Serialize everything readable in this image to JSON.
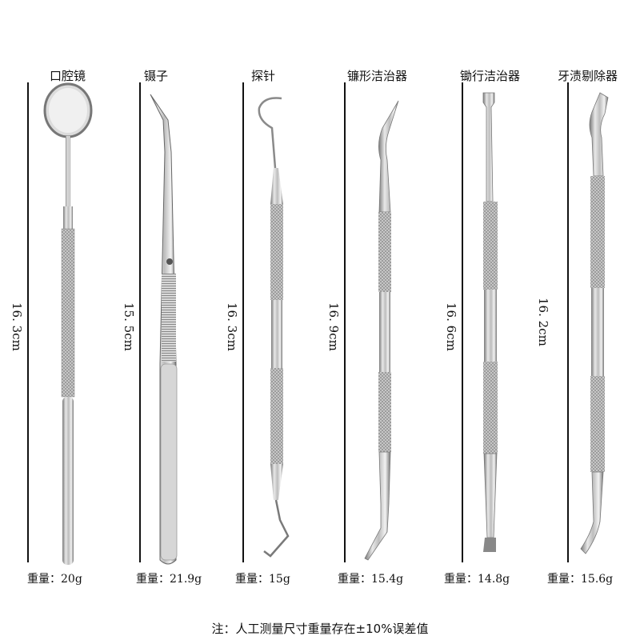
{
  "instruments": [
    {
      "name": "口腔镜",
      "length": "16. 3cm",
      "weight_label": "重量：",
      "weight": "20g"
    },
    {
      "name": "镊子",
      "length": "15. 5cm",
      "weight_label": "重量：",
      "weight": "21.9g"
    },
    {
      "name": "探针",
      "length": "16. 3cm",
      "weight_label": "重量：",
      "weight": "15g"
    },
    {
      "name": "镰形洁治器",
      "length": "16. 9cm",
      "weight_label": "重量：",
      "weight": "15.4g"
    },
    {
      "name": "锄行洁治器",
      "length": "16. 6cm",
      "weight_label": "重量：",
      "weight": "14.8g"
    },
    {
      "name": "牙渍剔除器",
      "length": "16. 2cm",
      "weight_label": "重量：",
      "weight": "15.6g"
    }
  ],
  "note": "注：人工测量尺寸重量存在±10%误差值",
  "colors": {
    "steel_light": "#e6e6e6",
    "steel_mid": "#b4b4b4",
    "steel_dark": "#6e6e6e",
    "text": "#111111"
  }
}
